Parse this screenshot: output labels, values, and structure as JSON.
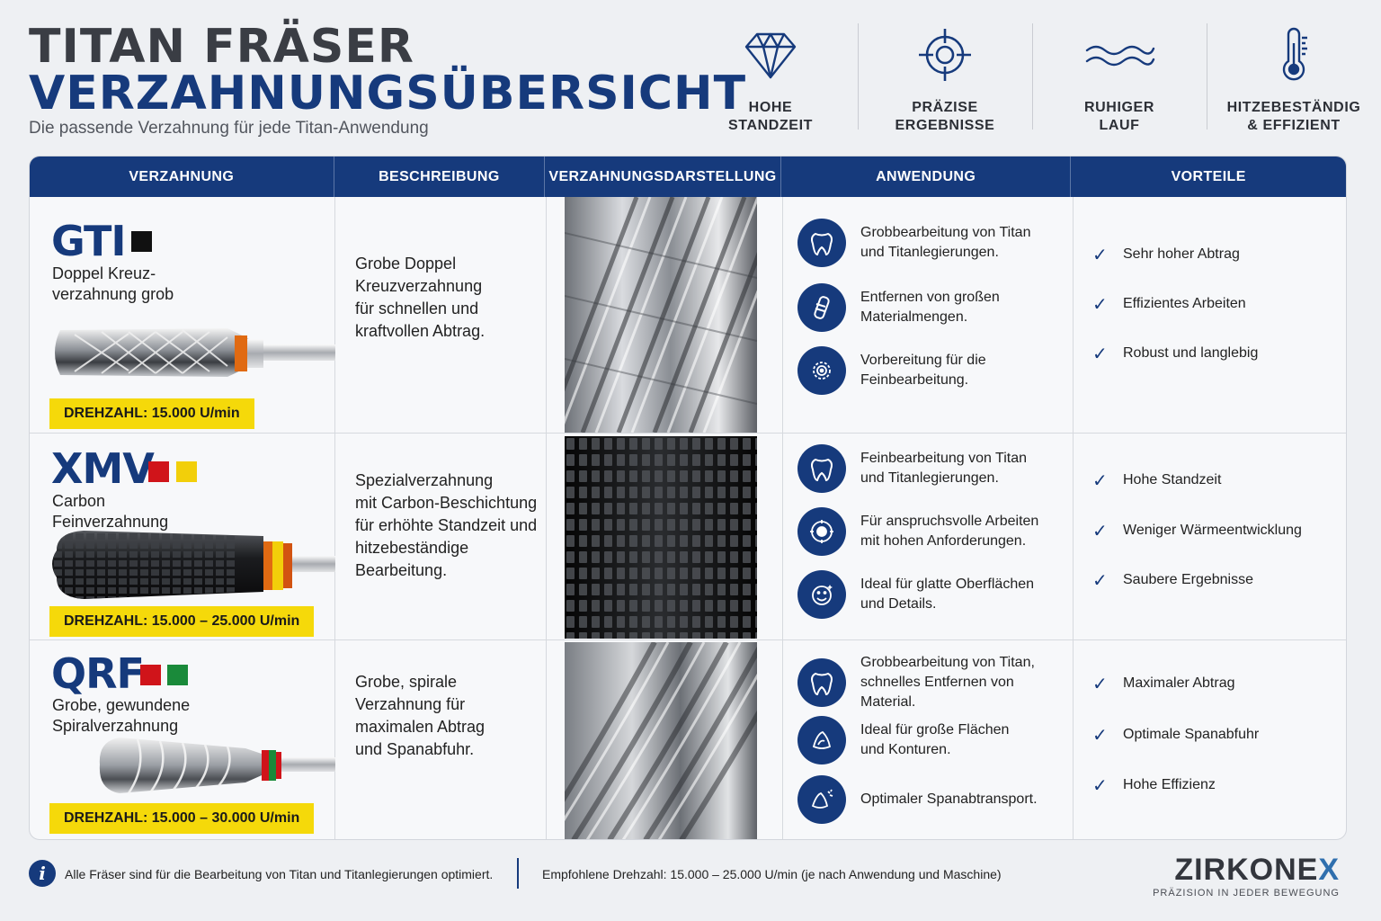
{
  "header": {
    "title_line1": "TITAN FRÄSER",
    "title_line2": "VERZAHNUNGSÜBERSICHT",
    "subtitle": "Die passende Verzahnung für jede Titan-Anwendung"
  },
  "features": [
    {
      "icon": "diamond-icon",
      "label_line1": "HOHE",
      "label_line2": "STANDZEIT"
    },
    {
      "icon": "crosshair-icon",
      "label_line1": "PRÄZISE",
      "label_line2": "ERGEBNISSE"
    },
    {
      "icon": "waves-icon",
      "label_line1": "RUHIGER",
      "label_line2": "LAUF"
    },
    {
      "icon": "thermometer-icon",
      "label_line1": "HITZEBESTÄNDIG",
      "label_line2": "& EFFIZIENT"
    }
  ],
  "table": {
    "headers": [
      "VERZAHNUNG",
      "BESCHREIBUNG",
      "VERZAHNUNGSDARSTELLUNG",
      "ANWENDUNG",
      "VORTEILE"
    ],
    "rows": [
      {
        "code": "GTI",
        "colors": [
          "#111111"
        ],
        "name_line1": "Doppel Kreuz-",
        "name_line2": "verzahnung grob",
        "rpm": "DREHZAHL: 15.000 U/min",
        "description": [
          "Grobe Doppel",
          "Kreuzverzahnung",
          "für schnellen und",
          "kraftvollen Abtrag."
        ],
        "applications": [
          {
            "icon": "tooth-icon",
            "line1": "Grobbearbeitung von Titan",
            "line2": "und Titanlegierungen."
          },
          {
            "icon": "implant-icon",
            "line1": "Entfernen von großen",
            "line2": "Materialmengen."
          },
          {
            "icon": "gear-icon",
            "line1": "Vorbereitung für die",
            "line2": "Feinbearbeitung."
          }
        ],
        "advantages": [
          "Sehr hoher Abtrag",
          "Effizientes Arbeiten",
          "Robust und langlebig"
        ]
      },
      {
        "code": "XMV",
        "colors": [
          "#d0141a",
          "#f2cf0a"
        ],
        "name_line1": "Carbon",
        "name_line2": "Feinverzahnung",
        "rpm": "DREHZAHL: 15.000 – 25.000 U/min",
        "description": [
          "Spezialverzahnung",
          "mit Carbon-Beschichtung",
          "für erhöhte Standzeit und",
          "hitzebeständige",
          "Bearbeitung."
        ],
        "applications": [
          {
            "icon": "tooth-icon",
            "line1": "Feinbearbeitung von Titan",
            "line2": "und Titanlegierungen."
          },
          {
            "icon": "precision-gear-icon",
            "line1": "Für anspruchsvolle Arbeiten",
            "line2": "mit hohen Anforderungen."
          },
          {
            "icon": "smile-icon",
            "line1": "Ideal für glatte Oberflächen",
            "line2": "und Details."
          }
        ],
        "advantages": [
          "Hohe Standzeit",
          "Weniger Wärmeentwicklung",
          "Saubere Ergebnisse"
        ]
      },
      {
        "code": "QRF",
        "colors": [
          "#d0141a",
          "#1a8a3a"
        ],
        "name_line1": "Grobe, gewundene",
        "name_line2": "Spiralverzahnung",
        "rpm": "DREHZAHL: 15.000 – 30.000 U/min",
        "description": [
          "Grobe, spirale",
          "Verzahnung für",
          "maximalen Abtrag",
          "und Spanabfuhr."
        ],
        "applications": [
          {
            "icon": "tooth-icon",
            "line1": "Grobbearbeitung von Titan,",
            "line2": "schnelles Entfernen von",
            "line3": "Material."
          },
          {
            "icon": "chip-icon",
            "line1": "Ideal für große Flächen",
            "line2": "und Konturen."
          },
          {
            "icon": "chip-transport-icon",
            "line1": "Optimaler Spanabtransport.",
            "line2": ""
          }
        ],
        "advantages": [
          "Maximaler Abtrag",
          "Optimale Spanabfuhr",
          "Hohe Effizienz"
        ]
      }
    ]
  },
  "footer": {
    "note1": "Alle Fräser sind für die Bearbeitung von Titan und Titanlegierungen optimiert.",
    "note2": "Empfohlene Drehzahl: 15.000 – 25.000 U/min (je nach Anwendung und Maschine)",
    "brand_main": "ZIRKONE",
    "brand_x": "X",
    "brand_tagline": "PRÄZISION IN JEDER BEWEGUNG"
  },
  "colors": {
    "primary": "#163a7c",
    "rpm_badge": "#f5d90a",
    "background": "#eef0f3"
  }
}
